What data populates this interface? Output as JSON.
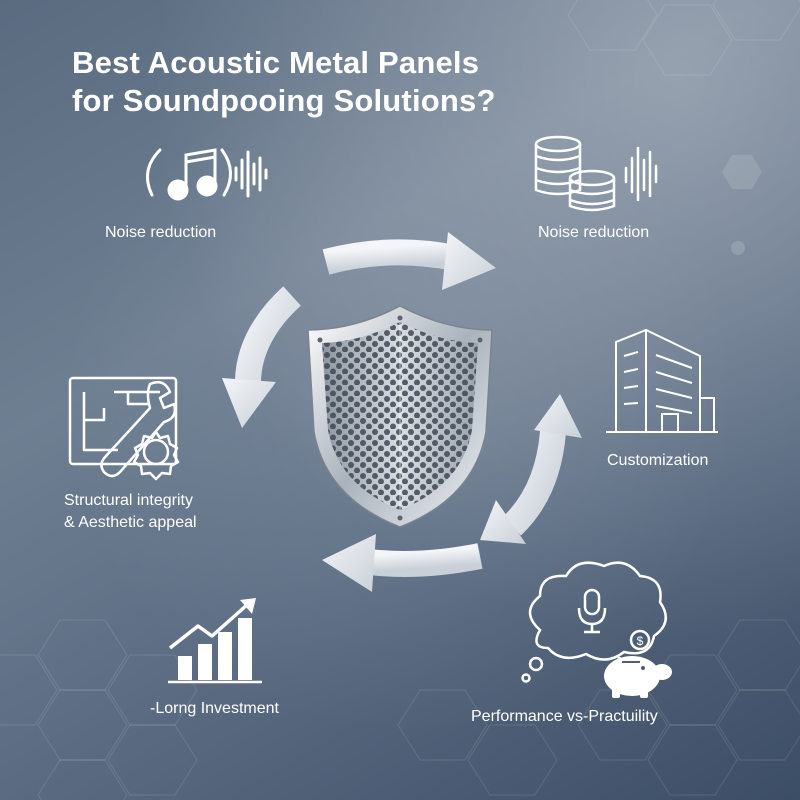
{
  "title": {
    "line1": "Best Acoustic Metal Panels",
    "line2": "for Soundpooing Solutions?"
  },
  "items": [
    {
      "label": "Noise reduction",
      "icon": "music-note-soundwave-icon"
    },
    {
      "label": "Noise reduction",
      "icon": "coin-stack-soundwave-icon"
    },
    {
      "label": "Customization",
      "icon": "building-icon"
    },
    {
      "label_line1": "Structural integrity",
      "label_line2": "& Aesthetic appeal",
      "icon": "blueprint-wrench-gear-icon"
    },
    {
      "label": "-Lorng Investment",
      "icon": "bar-chart-growth-icon"
    },
    {
      "label": "Performance vs-Practuility",
      "icon": "thought-bubble-microphone-piggy-bank-icon"
    }
  ],
  "center": {
    "icon": "perforated-shield-icon"
  },
  "colors": {
    "background_top": "#6f7f92",
    "background_bottom": "#3c4d66",
    "text": "#ffffff",
    "arrow": "#dfe3e8"
  }
}
